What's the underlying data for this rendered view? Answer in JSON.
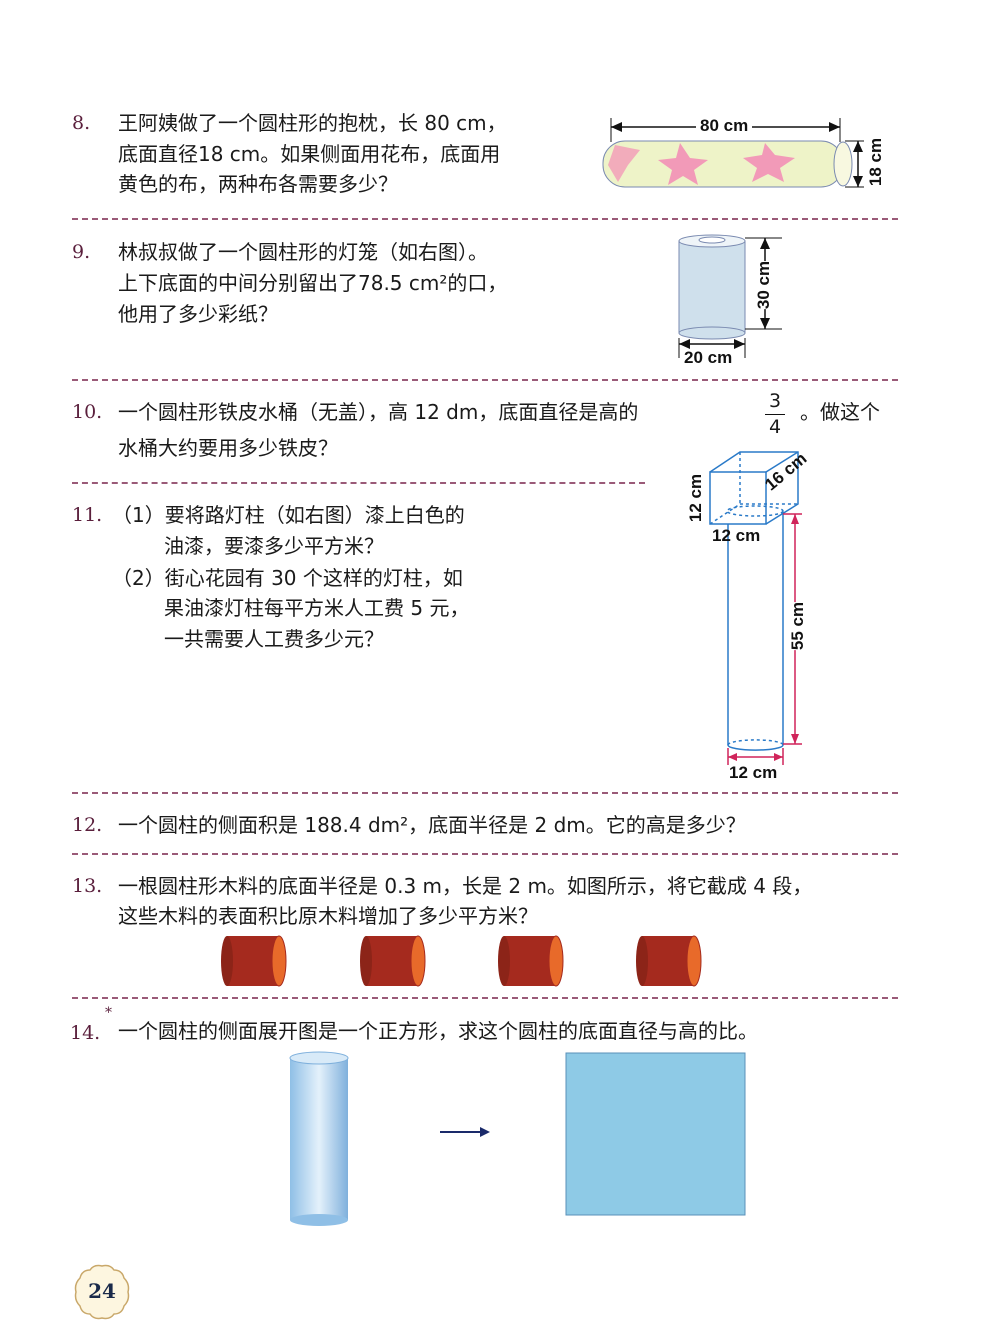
{
  "problems": [
    {
      "num": "8.",
      "lines": [
        "王阿姨做了一个圆柱形的抱枕，长 80 cm，",
        "底面直径18 cm。如果侧面用花布，底面用",
        "黄色的布，两种布各需要多少？"
      ],
      "labels": [
        "80 cm",
        "18 cm"
      ]
    },
    {
      "num": "9.",
      "lines": [
        "林叔叔做了一个圆柱形的灯笼（如右图）。",
        "上下底面的中间分别留出了78.5 cm²的口，",
        "他用了多少彩纸？"
      ],
      "labels": [
        "30 cm",
        "20 cm"
      ]
    },
    {
      "num": "10.",
      "lines": [
        "一个圆柱形铁皮水桶（无盖），高 12 dm，底面直径是高的",
        "。做这个",
        "水桶大约要用多少铁皮？"
      ],
      "fraction": {
        "numerator": "3",
        "denominator": "4"
      }
    },
    {
      "num": "11.",
      "lines": [
        "（1）要将路灯柱（如右图）漆上白色的",
        "油漆，要漆多少平方米？",
        "（2）街心花园有 30 个这样的灯柱，如",
        "果油漆灯柱每平方米人工费 5 元，",
        "一共需要人工费多少元？"
      ],
      "labels": [
        "12 cm",
        "16 cm",
        "12 cm",
        "55 cm",
        "12 cm"
      ]
    },
    {
      "num": "12.",
      "lines": [
        "一个圆柱的侧面积是 188.4 dm²，底面半径是 2 dm。它的高是多少？"
      ]
    },
    {
      "num": "13.",
      "lines": [
        "一根圆柱形木料的底面半径是 0.3 m，长是 2 m。如图所示，将它截成 4 段，",
        "这些木料的表面积比原木料增加了多少平方米？"
      ]
    },
    {
      "num": "14.",
      "star": "*",
      "lines": [
        "一个圆柱的侧面展开图是一个正方形，求这个圆柱的底面直径与高的比。"
      ]
    }
  ],
  "page_number": "24",
  "colors": {
    "divider": "#9a5a78",
    "square": "#8ecae6",
    "log": "#b8332a"
  }
}
